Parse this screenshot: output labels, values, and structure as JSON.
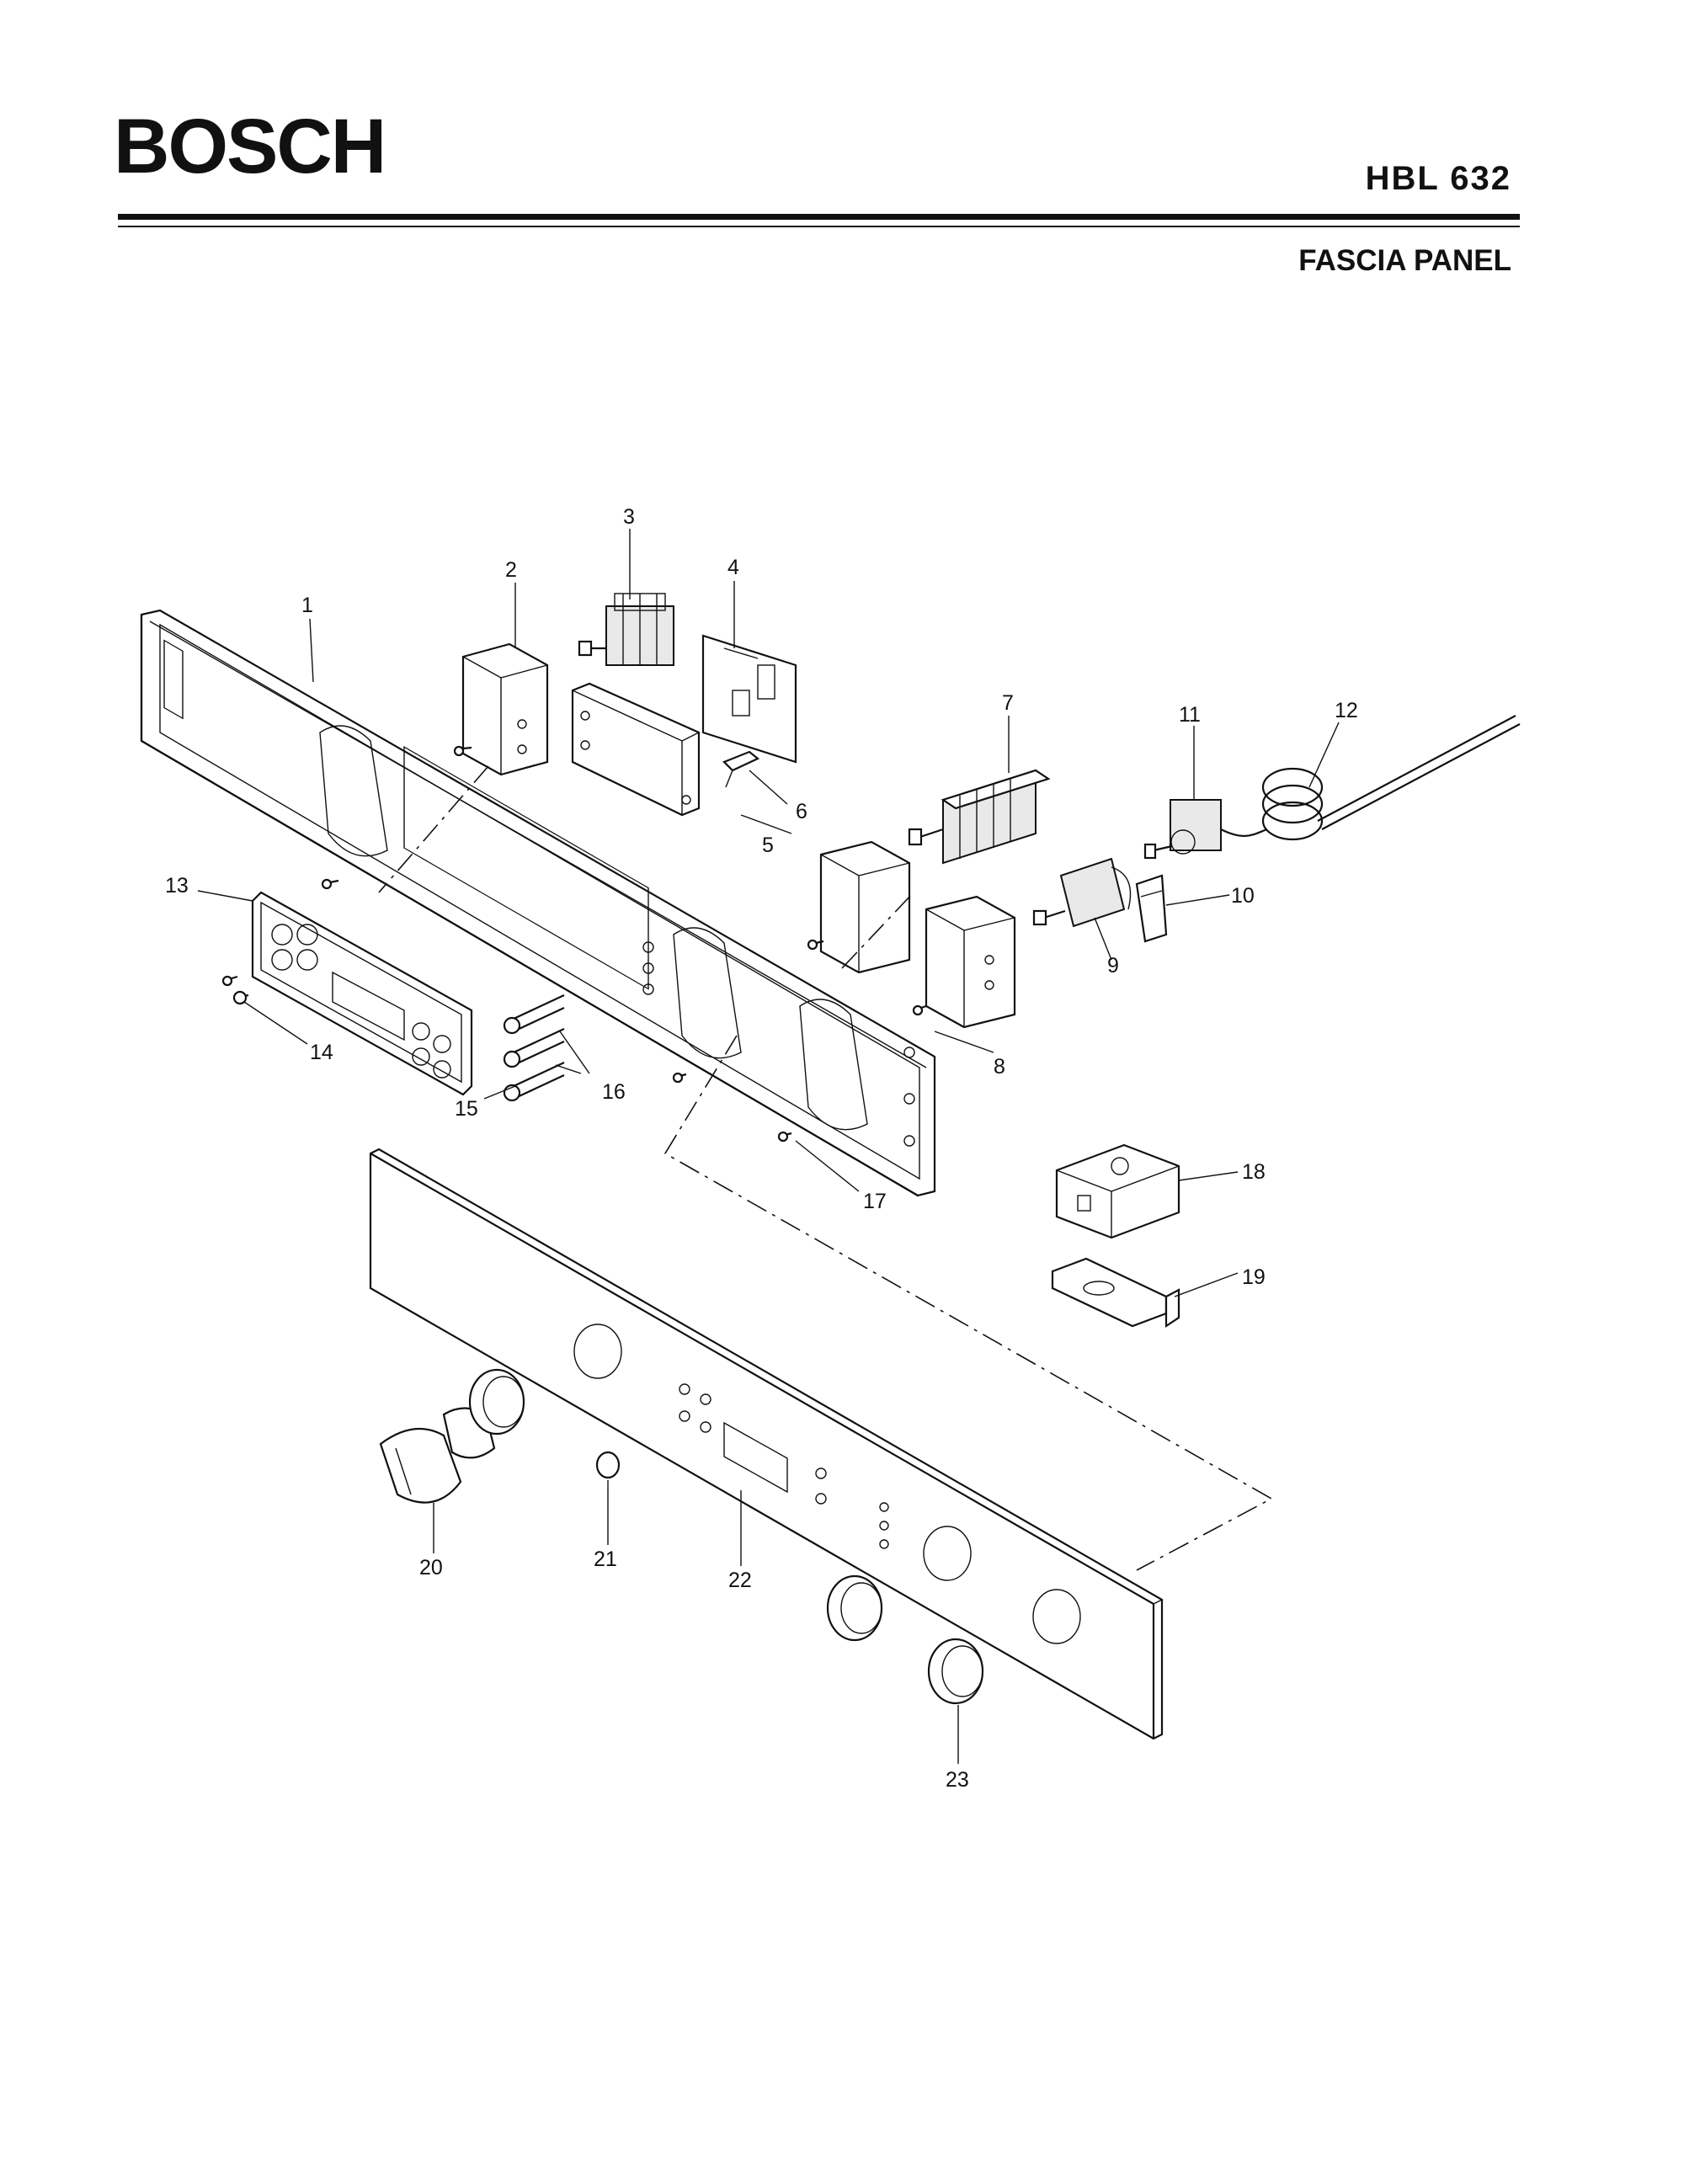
{
  "header": {
    "brand": "BOSCH",
    "model": "HBL 632",
    "section_title": "FASCIA PANEL"
  },
  "callouts": [
    "1",
    "2",
    "3",
    "4",
    "5",
    "6",
    "7",
    "8",
    "9",
    "10",
    "11",
    "12",
    "13",
    "14",
    "15",
    "16",
    "17",
    "18",
    "19",
    "20",
    "21",
    "22",
    "23"
  ]
}
